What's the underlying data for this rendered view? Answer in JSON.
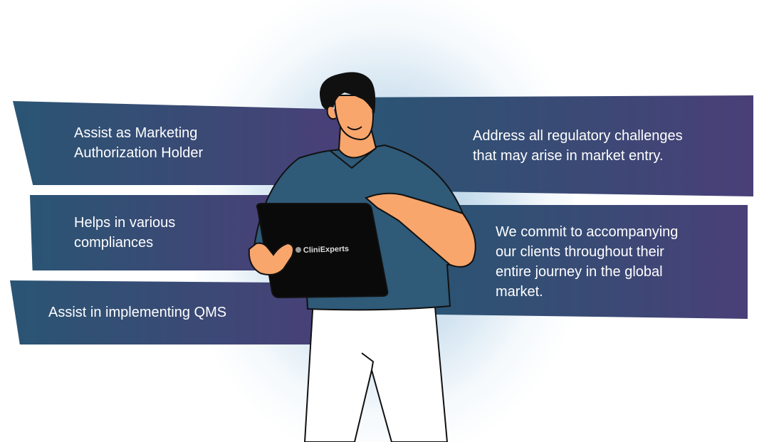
{
  "items": [
    {
      "lines": [
        "Assist as Marketing",
        "Authorization Holder"
      ]
    },
    {
      "lines": [
        "Helps in various",
        "compliances"
      ]
    },
    {
      "lines": [
        "Assist in implementing QMS"
      ]
    },
    {
      "lines": [
        "Address all regulatory challenges",
        "that may arise in market entry."
      ]
    },
    {
      "lines": [
        "We commit to accompanying",
        "our clients throughout their",
        "entire journey in the global",
        "market."
      ]
    }
  ],
  "tablet_logo": "CliniExperts",
  "colors": {
    "band_start": "#2a5574",
    "band_end": "#4a3f78",
    "shirt": "#2f5a78",
    "skin": "#f9a66c",
    "hair": "#101010",
    "tablet": "#0a0a0a"
  }
}
